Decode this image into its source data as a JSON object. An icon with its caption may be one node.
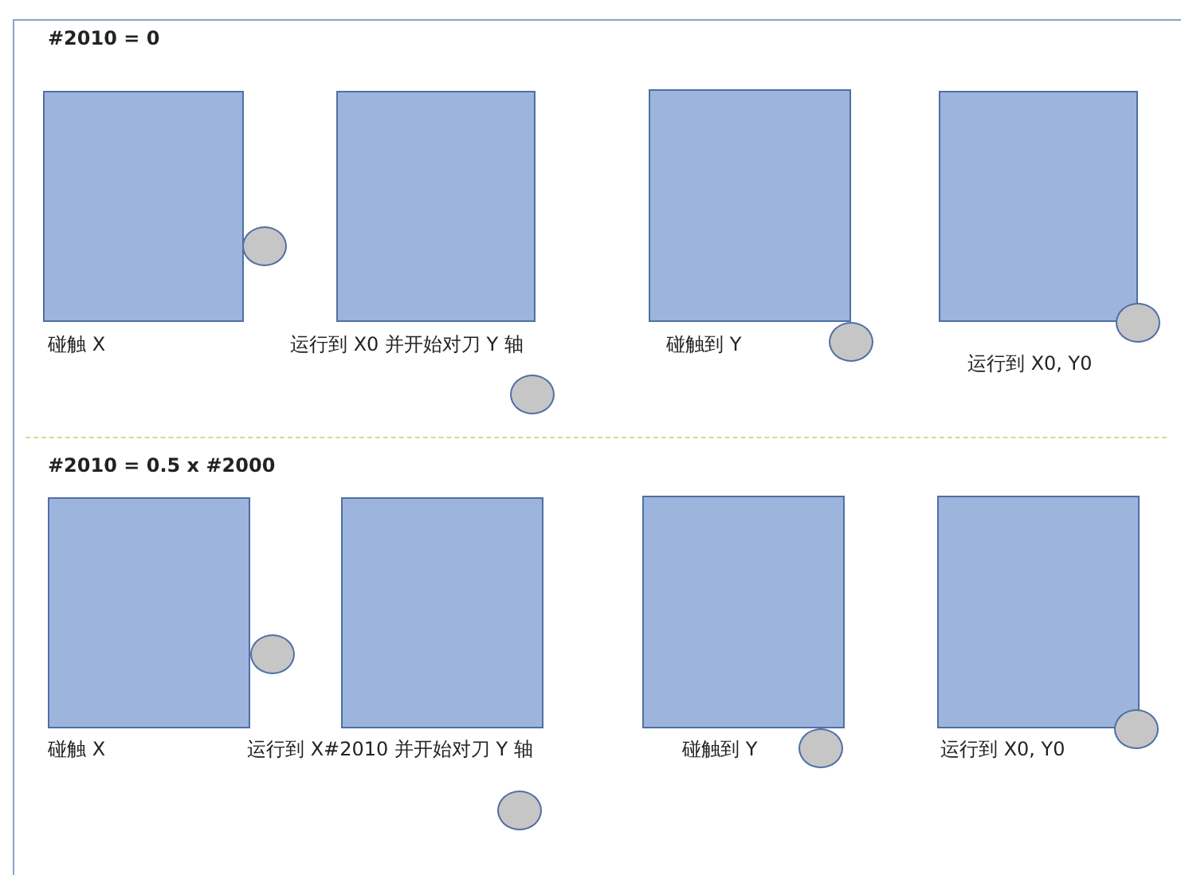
{
  "diagram": {
    "nodes": [
      {
        "text": [],
        "shape": "box",
        "beside": [
          "碰触 X"
        ]
      },
      {
        "text": [],
        "shape": "circle"
      },
      {
        "text": [],
        "shape": "box",
        "beside": [
          "运行到 X0 并开始对刀 Y 轴"
        ]
      },
      {
        "text": [],
        "shape": "circle"
      },
      {
        "text": [],
        "shape": "box",
        "beside": [
          "碰触到 Y"
        ]
      },
      {
        "text": [],
        "shape": "circle"
      },
      {
        "text": [],
        "shape": "box",
        "beside": [
          "运行到 X0, Y0"
        ]
      },
      {
        "text": [],
        "shape": "circle"
      },
      {
        "text": [],
        "shape": "box",
        "beside": [
          "碰触 X"
        ]
      },
      {
        "text": [],
        "shape": "circle"
      },
      {
        "text": [],
        "shape": "box",
        "beside": [
          "运行到 X#2010 并开始对刀 Y 轴"
        ]
      },
      {
        "text": [],
        "shape": "circle"
      },
      {
        "text": [],
        "shape": "box",
        "beside": [
          "碰触到 Y"
        ]
      },
      {
        "text": [],
        "shape": "circle"
      },
      {
        "text": [],
        "shape": "box",
        "beside": [
          "运行到 X0, Y0"
        ]
      },
      {
        "text": [],
        "shape": "circle"
      }
    ],
    "edges": [],
    "labels": [
      "#2010 = 0",
      "#2010 = 0.5 x #2000"
    ]
  }
}
